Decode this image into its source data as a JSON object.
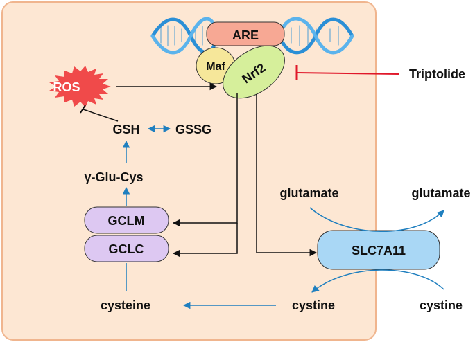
{
  "labels": {
    "are": "ARE",
    "maf": "Maf",
    "nrf2": "Nrf2",
    "triptolide": "Triptolide",
    "ros": "ROS",
    "gsh": "GSH",
    "gssg": "GSSG",
    "glu_cys": "γ-Glu-Cys",
    "gclm": "GCLM",
    "gclc": "GCLC",
    "cysteine": "cysteine",
    "cystine_inside": "cystine",
    "cystine_outside": "cystine",
    "glutamate_inside": "glutamate",
    "glutamate_outside": "glutamate",
    "slc7a11": "SLC7A11"
  },
  "colors": {
    "cell_fill": "#fde7d3",
    "cell_border": "#f0b58e",
    "are_fill": "#f7a894",
    "maf_fill": "#f6e79a",
    "nrf2_fill": "#d6ef9b",
    "ros_fill": "#f04a4a",
    "gcl_fill": "#ddc8f2",
    "slc_fill": "#a9d7f5",
    "dna_blue": "#2b8fd6",
    "arrow_blue": "#1f7fbf",
    "inhibit_red": "#e0182a"
  },
  "icons": {
    "dna": "dna-helix-icon",
    "ros": "starburst-icon"
  }
}
